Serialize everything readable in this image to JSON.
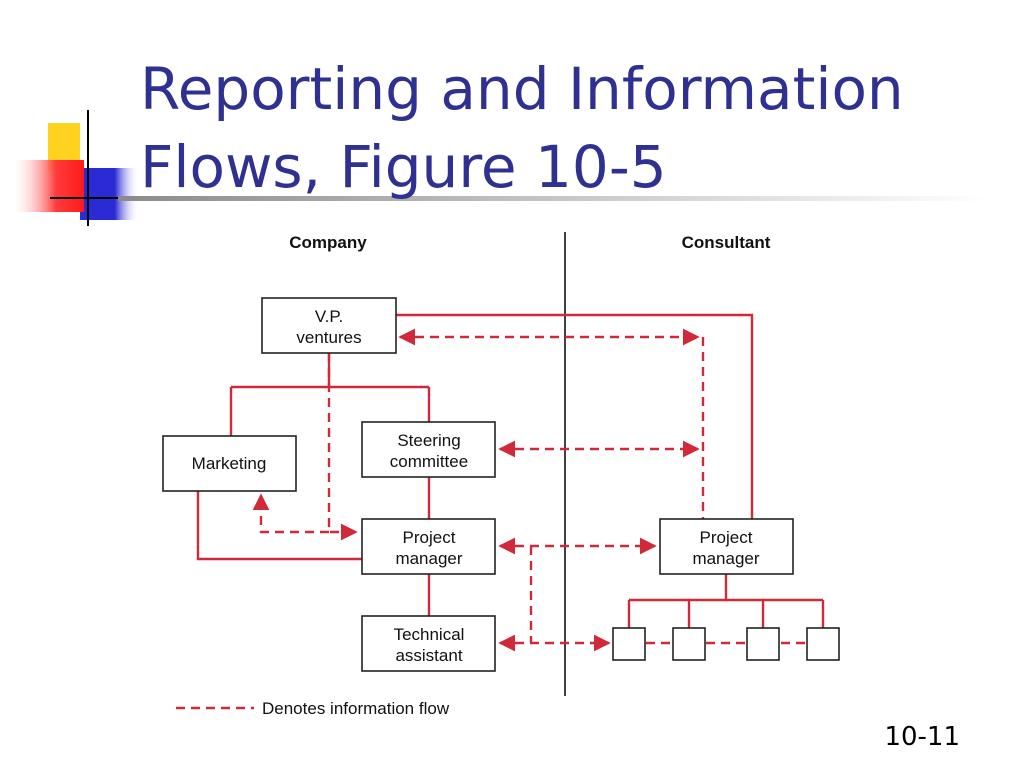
{
  "slide": {
    "title_line1": "Reporting and Information",
    "title_line2": "Flows, Figure 10-5",
    "slide_number": "10-11"
  },
  "diagram": {
    "company_heading": "Company",
    "consultant_heading": "Consultant",
    "vp_line1": "V.P.",
    "vp_line2": "ventures",
    "marketing": "Marketing",
    "steering_line1": "Steering",
    "steering_line2": "committee",
    "company_pm_line1": "Project",
    "company_pm_line2": "manager",
    "tech_line1": "Technical",
    "tech_line2": "assistant",
    "consultant_pm_line1": "Project",
    "consultant_pm_line2": "manager",
    "legend_text": "Denotes information flow"
  },
  "colors": {
    "title": "#2e3192",
    "flow_lines": "#d0293a"
  }
}
